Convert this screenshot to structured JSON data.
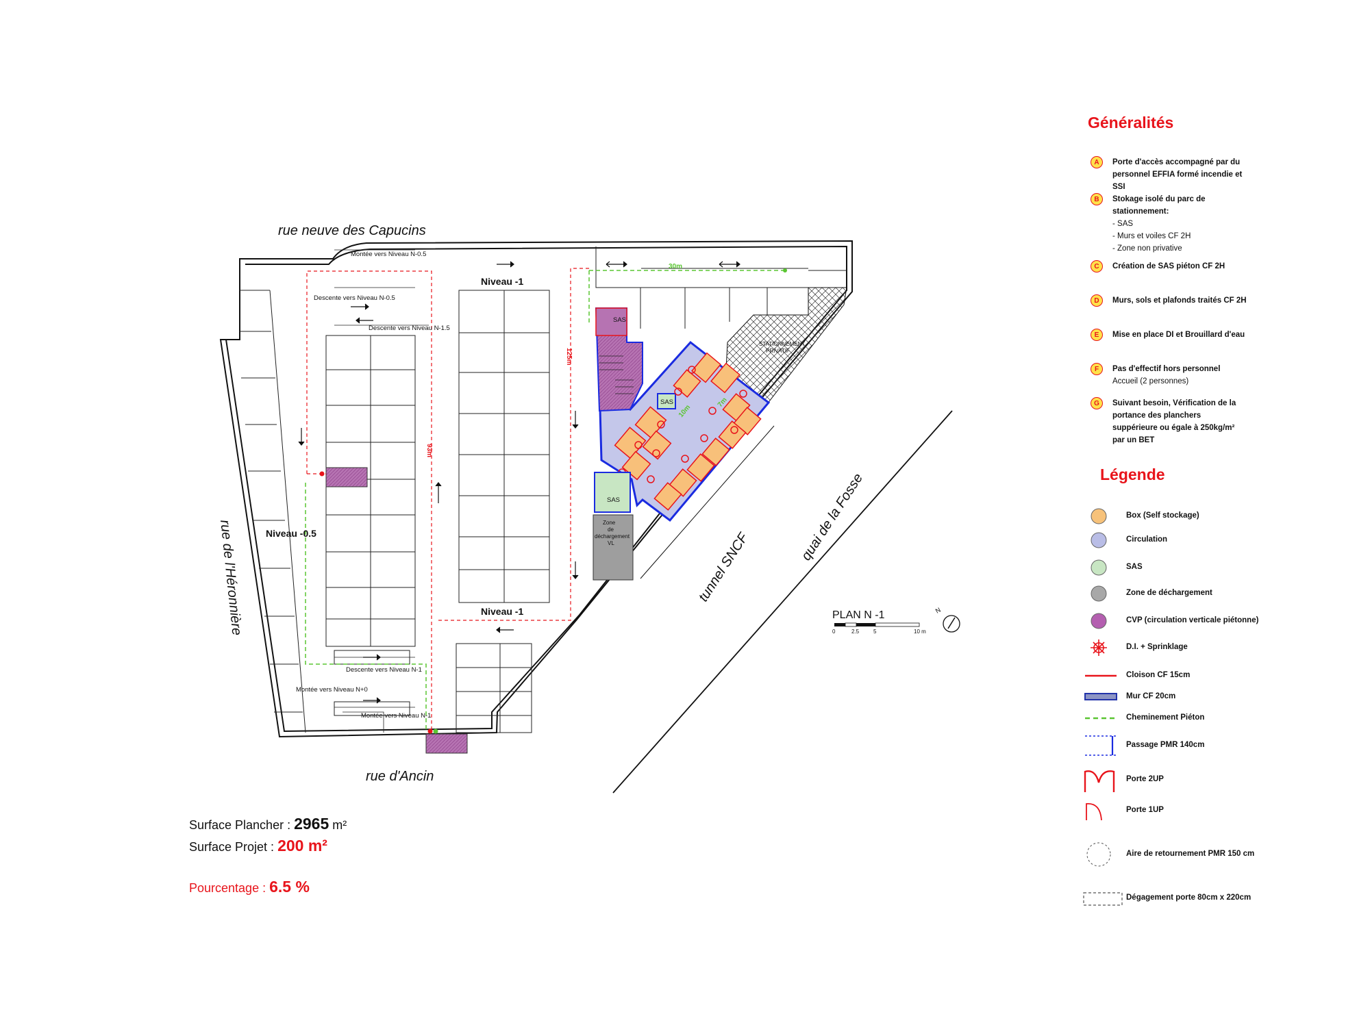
{
  "plan": {
    "title": "PLAN N -1",
    "scale_labels": [
      "0",
      "2.5",
      "5",
      "10 m"
    ],
    "north_label": "N",
    "streets": {
      "north": "rue neuve des Capucins",
      "west": "rue de l'Héronnière",
      "south": "rue d'Ancin",
      "tunnel": "tunnel SNCF",
      "quai": "quai de la Fosse"
    },
    "levels": {
      "top": "Niveau -1",
      "bottom": "Niveau -1",
      "west": "Niveau -0.5"
    },
    "ramps": {
      "montee_n05": "Montée vers Niveau  N-0.5",
      "descente_n05": "Descente vers Niveau  N-0.5",
      "descente_n15": "Descente vers Niveau  N-1.5",
      "descente_n1": "Descente vers Niveau  N-1",
      "montee_n0": "Montée vers Niveau  N+0",
      "montee_n1": "Montée vers Niveau  N-1"
    },
    "distances": {
      "d30": "30m",
      "d125": "125m",
      "d93": "93m",
      "d10": "10m",
      "d7": "7m"
    },
    "rooms": {
      "sas1": "SAS",
      "sas2": "SAS",
      "sas3": "SAS",
      "unload_1": "Zone",
      "unload_2": "de",
      "unload_3": "déchargement",
      "unload_4": "VL",
      "hatched_1": "STATIONNEMENT",
      "hatched_2": "PRIVATIF"
    }
  },
  "generalites": {
    "title": "Généralités",
    "items": [
      {
        "letter": "A",
        "lines": [
          "Porte d'accès accompagné par du",
          "personnel EFFIA formé incendie et",
          "SSI"
        ],
        "sub": []
      },
      {
        "letter": "B",
        "lines": [
          "Stokage isolé du parc de",
          "stationnement:"
        ],
        "sub": [
          "- SAS",
          "- Murs et voiles CF 2H",
          "- Zone non privative"
        ]
      },
      {
        "letter": "C",
        "lines": [
          "Création de SAS piéton CF 2H"
        ],
        "sub": []
      },
      {
        "letter": "D",
        "lines": [
          "Murs, sols et plafonds traités CF 2H"
        ],
        "sub": []
      },
      {
        "letter": "E",
        "lines": [
          "Mise en place DI et Brouillard d'eau"
        ],
        "sub": []
      },
      {
        "letter": "F",
        "lines": [
          "Pas d'effectif hors personnel"
        ],
        "sub": [
          "Accueil (2 personnes)"
        ]
      },
      {
        "letter": "G",
        "lines": [
          "Suivant besoin, Vérification de la",
          "portance des planchers",
          "suppérieure ou égale à 250kg/m²",
          "par un BET"
        ],
        "sub": []
      }
    ]
  },
  "legende": {
    "title": "Légende",
    "items": [
      {
        "label": "Box (Self stockage)",
        "symbol": "circle",
        "color": "#f7c27a"
      },
      {
        "label": "Circulation",
        "symbol": "circle",
        "color": "#b9bde6"
      },
      {
        "label": "SAS",
        "symbol": "circle",
        "color": "#c8e6c3"
      },
      {
        "label": "Zone de déchargement",
        "symbol": "circle",
        "color": "#a8a8a8"
      },
      {
        "label": "CVP (circulation verticale piétonne)",
        "symbol": "circle",
        "color": "#b45fb0"
      },
      {
        "label": "D.I.  +  Sprinklage",
        "symbol": "sprinkler",
        "color": "#e8141b"
      },
      {
        "label": "Cloison CF 15cm",
        "symbol": "red-line",
        "color": "#e8141b"
      },
      {
        "label": "Mur CF 20cm",
        "symbol": "blue-wall",
        "color": "#2233aa"
      },
      {
        "label": "Cheminement Piéton",
        "symbol": "green-dash",
        "color": "#5ac532"
      },
      {
        "label": "Passage PMR 140cm",
        "symbol": "blue-passage",
        "color": "#1a2be0"
      },
      {
        "label": "Porte 2UP",
        "symbol": "door-2",
        "color": "#e8141b"
      },
      {
        "label": "Porte 1UP",
        "symbol": "door-1",
        "color": "#e8141b"
      },
      {
        "label": "Aire de retournement PMR 150 cm",
        "symbol": "dashed-circle",
        "color": "#555555"
      },
      {
        "label": "Dégagement porte 80cm x 220cm",
        "symbol": "dashed-rect",
        "color": "#555555"
      }
    ]
  },
  "surfaces": {
    "plancher_label": "Surface Plancher : ",
    "plancher_value": "2965",
    "plancher_unit": " m²",
    "projet_label": "Surface Projet : ",
    "projet_value": "200 m²",
    "pourcentage_label": "Pourcentage : ",
    "pourcentage_value": "6.5 %"
  }
}
